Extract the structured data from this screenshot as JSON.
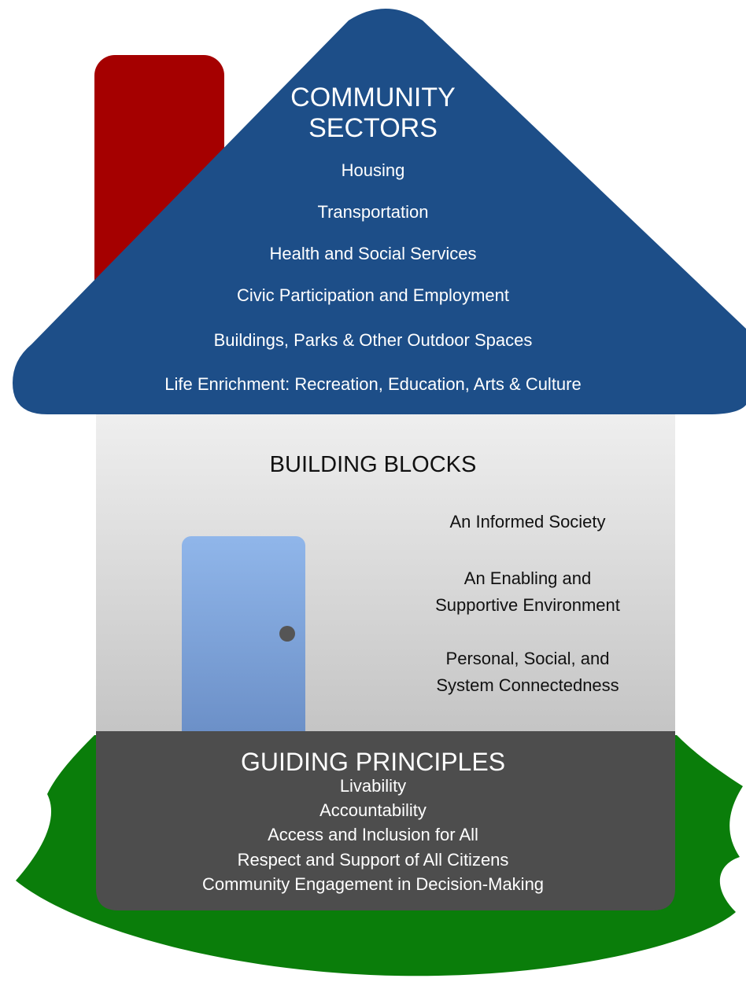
{
  "colors": {
    "roof": "#1d4e88",
    "chimney": "#a50000",
    "wall_top": "#f0f0f0",
    "wall_bottom": "#c4c4c4",
    "door_top": "#8eb4e8",
    "door_bottom": "#6b8fc7",
    "doorknob": "#555555",
    "foundation": "#4d4d4d",
    "grass": "#0a7d0a"
  },
  "roof": {
    "title_line1": "COMMUNITY",
    "title_line2": "SECTORS",
    "items": [
      "Housing",
      "Transportation",
      "Health and Social Services",
      "Civic Participation and Employment",
      "Buildings, Parks & Other Outdoor Spaces",
      "Life Enrichment: Recreation, Education, Arts & Culture"
    ]
  },
  "building_blocks": {
    "title": "BUILDING BLOCKS",
    "items": [
      {
        "line1": "An Informed Society",
        "line2": ""
      },
      {
        "line1": "An Enabling and",
        "line2": "Supportive Environment"
      },
      {
        "line1": "Personal, Social, and",
        "line2": "System Connectedness"
      }
    ]
  },
  "guiding_principles": {
    "title": "GUIDING PRINCIPLES",
    "items": [
      "Livability",
      "Accountability",
      "Access and Inclusion for All",
      "Respect and Support of  All Citizens",
      "Community Engagement in Decision-Making"
    ]
  }
}
